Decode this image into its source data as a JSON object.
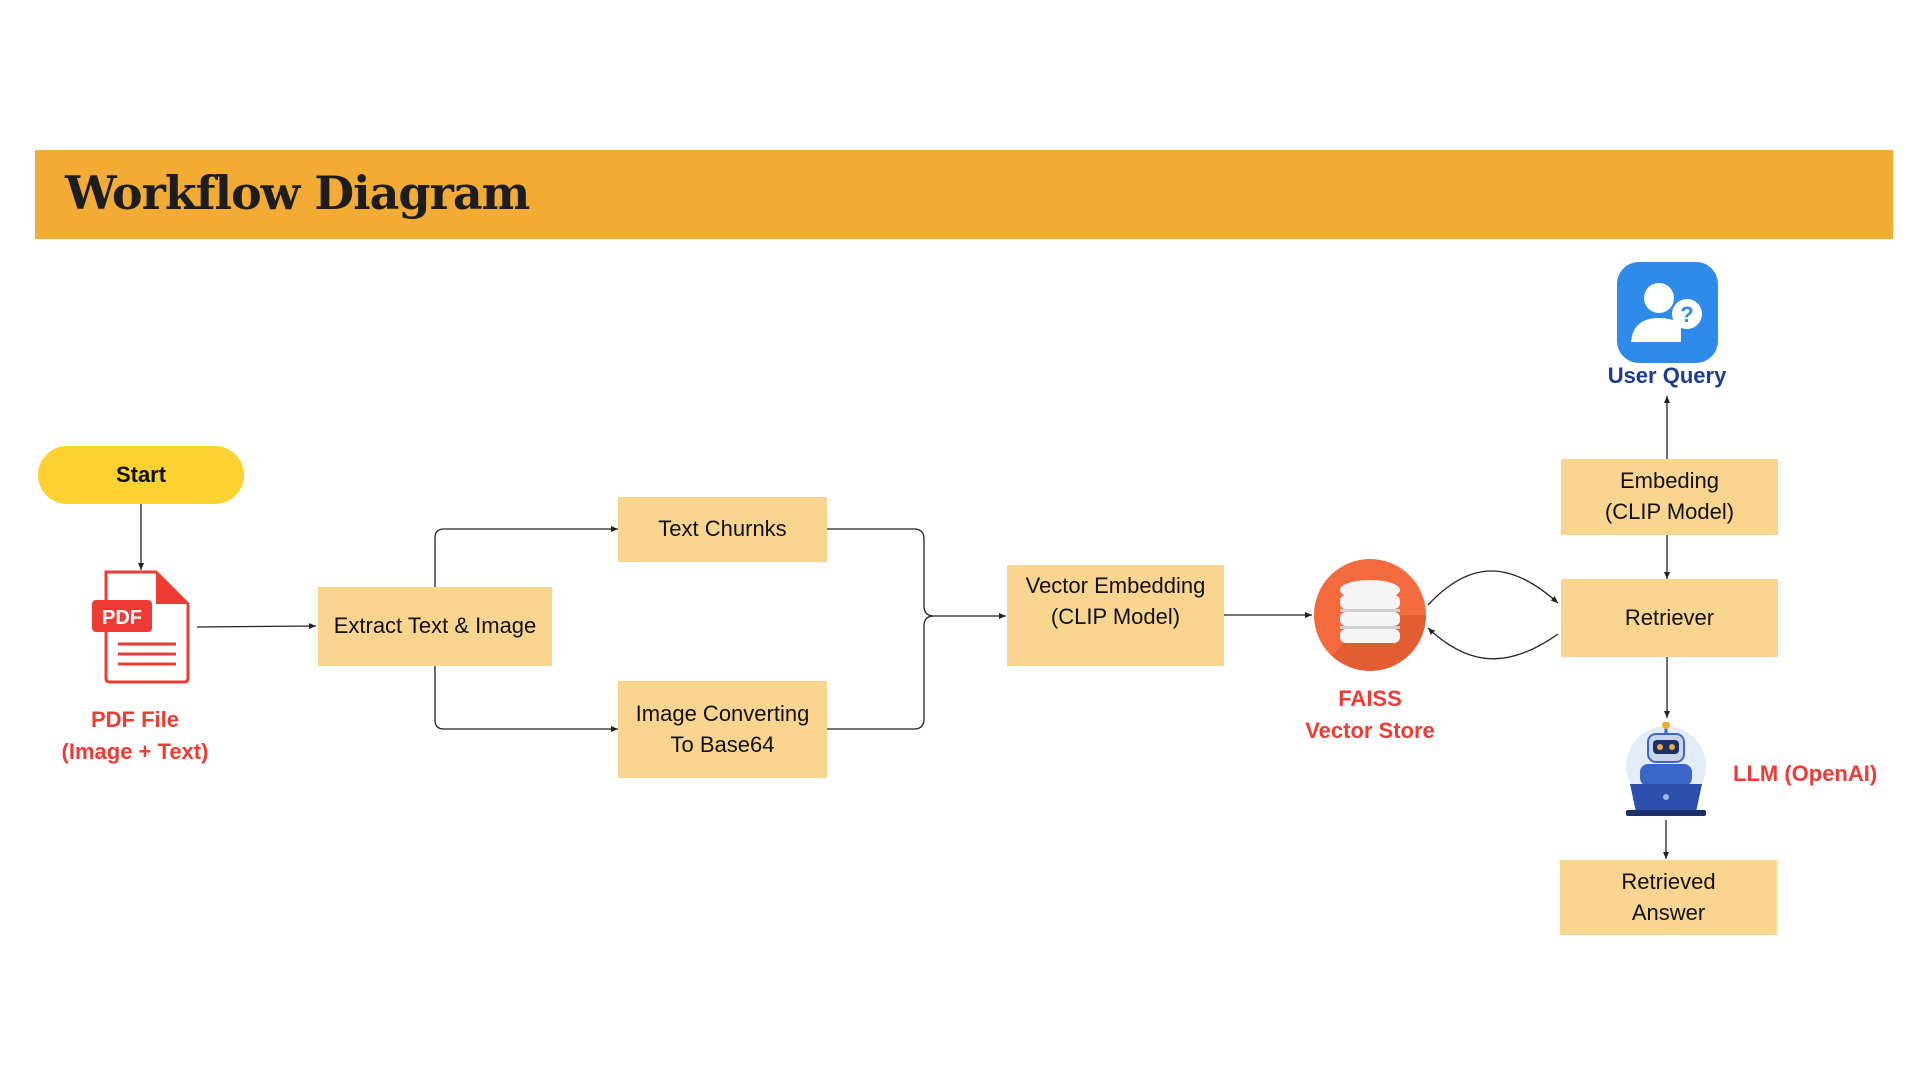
{
  "header": {
    "title": "Workflow Diagram"
  },
  "nodes": {
    "start": "Start",
    "pdf_file": "PDF File\n(Image + Text)",
    "pdf_badge": "PDF",
    "extract": "Extract Text & Image",
    "text_chunks": "Text Churnks",
    "image_convert": "Image Converting\nTo Base64",
    "vector_embedding": "Vector Embedding\n(CLIP Model)",
    "faiss": "FAISS\nVector Store",
    "user_query": "User Query",
    "embeding": "Embeding\n(CLIP  Model)",
    "retriever": "Retriever",
    "llm": "LLM (OpenAI)",
    "answer": "Retrieved\nAnswer"
  },
  "icons": [
    "pdf-file-icon",
    "database-icon",
    "user-question-icon",
    "robot-laptop-icon"
  ],
  "colors": {
    "banner": "#F2AC35",
    "start": "#FDD12F",
    "box": "#F9D58F",
    "red_label": "#EF3B36",
    "blue_label": "#1B3C93",
    "database": "#F26A3D",
    "user_icon": "#2F8BEA"
  }
}
